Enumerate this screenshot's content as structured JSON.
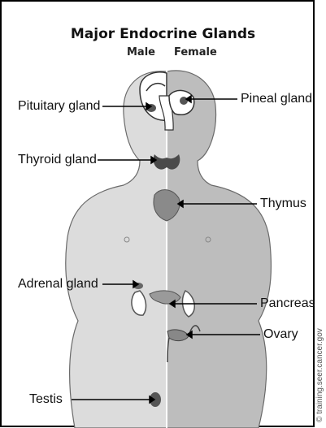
{
  "title": "Major Endocrine Glands",
  "sides": {
    "male": "Male",
    "female": "Female"
  },
  "labels": {
    "pituitary": "Pituitary gland",
    "thyroid": "Thyroid gland",
    "adrenal": "Adrenal gland",
    "testis": "Testis",
    "pineal": "Pineal gland",
    "thymus": "Thymus",
    "pancreas": "Pancreas",
    "ovary": "Ovary"
  },
  "credit": "© training.seer.cancer.gov"
}
